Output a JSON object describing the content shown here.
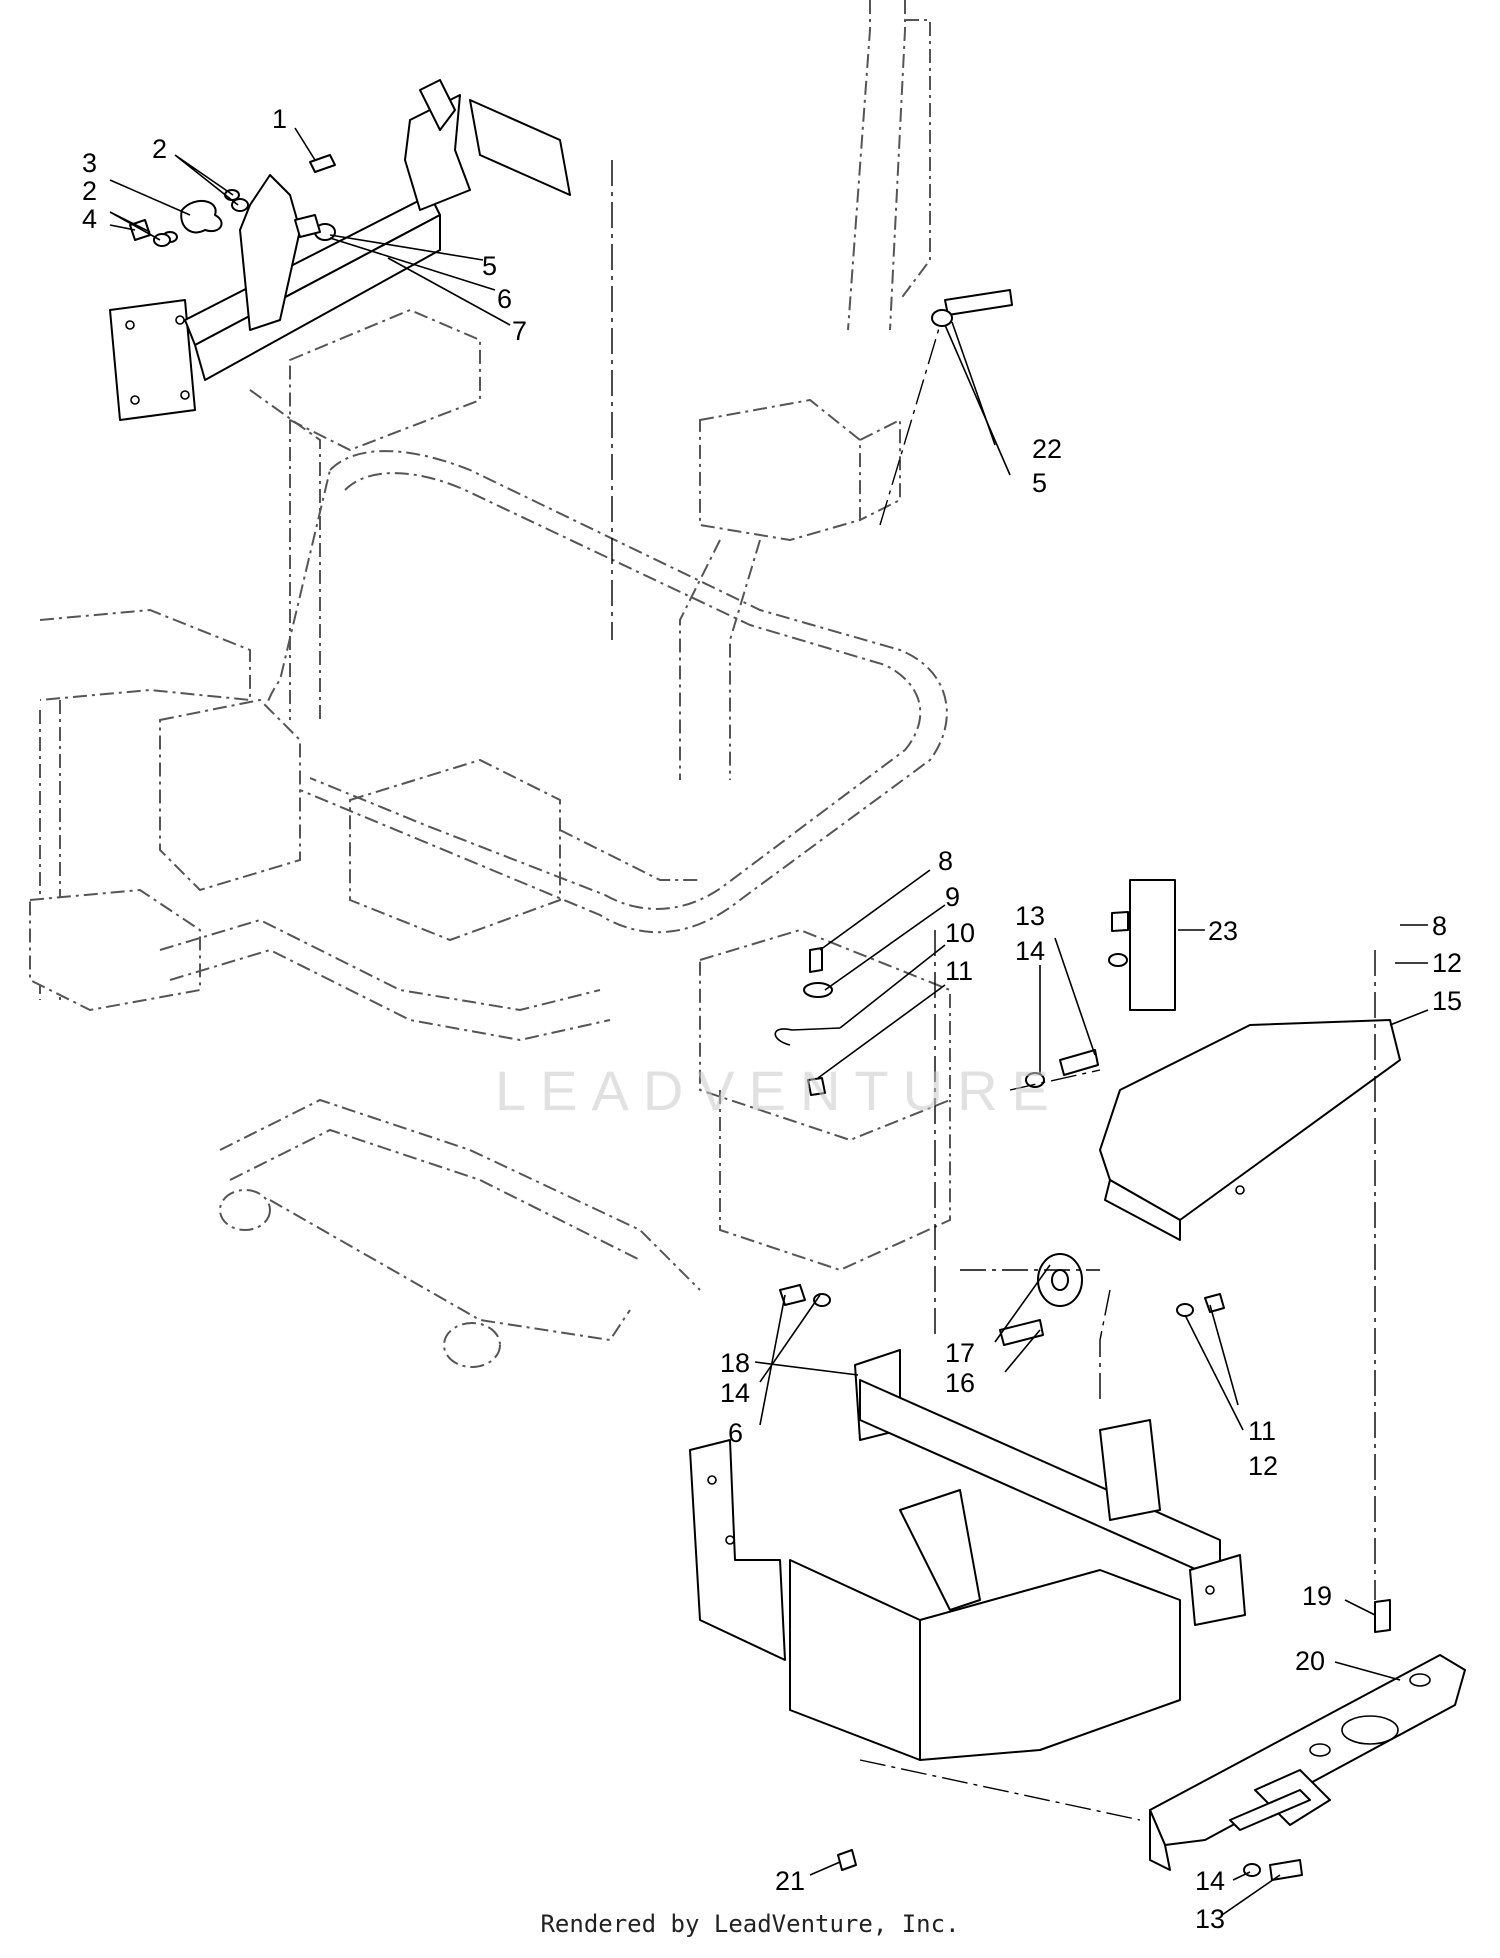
{
  "footer": "Rendered by LeadVenture, Inc.",
  "watermark": "LEADVENTURE",
  "callouts": {
    "c1": "1",
    "c2a": "2",
    "c2b": "2",
    "c3": "3",
    "c4": "4",
    "c5a": "5",
    "c6a": "6",
    "c7": "7",
    "c22": "22",
    "c5b": "5",
    "c8a": "8",
    "c9": "9",
    "c10": "10",
    "c11a": "11",
    "c13a": "13",
    "c14a": "14",
    "c23": "23",
    "c8b": "8",
    "c12a": "12",
    "c15": "15",
    "c18": "18",
    "c14b": "14",
    "c6b": "6",
    "c17": "17",
    "c16": "16",
    "c11b": "11",
    "c12b": "12",
    "c19": "19",
    "c20": "20",
    "c21": "21",
    "c14c": "14",
    "c13b": "13"
  }
}
